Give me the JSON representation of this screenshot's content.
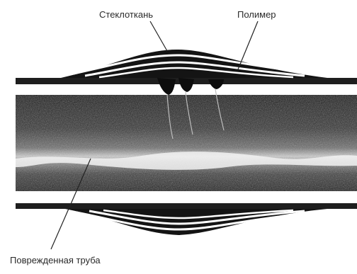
{
  "labels": {
    "fiberglass": "Стеклоткань",
    "polymer": "Полимер",
    "damaged_pipe": "Поврежденная труба"
  },
  "colors": {
    "pipe_dark": "#1b1b1b",
    "pipe_mid": "#5a5a5a",
    "pipe_light": "#e9e9e9",
    "wrap_dark": "#111111",
    "line": "#222222",
    "background": "#ffffff"
  }
}
